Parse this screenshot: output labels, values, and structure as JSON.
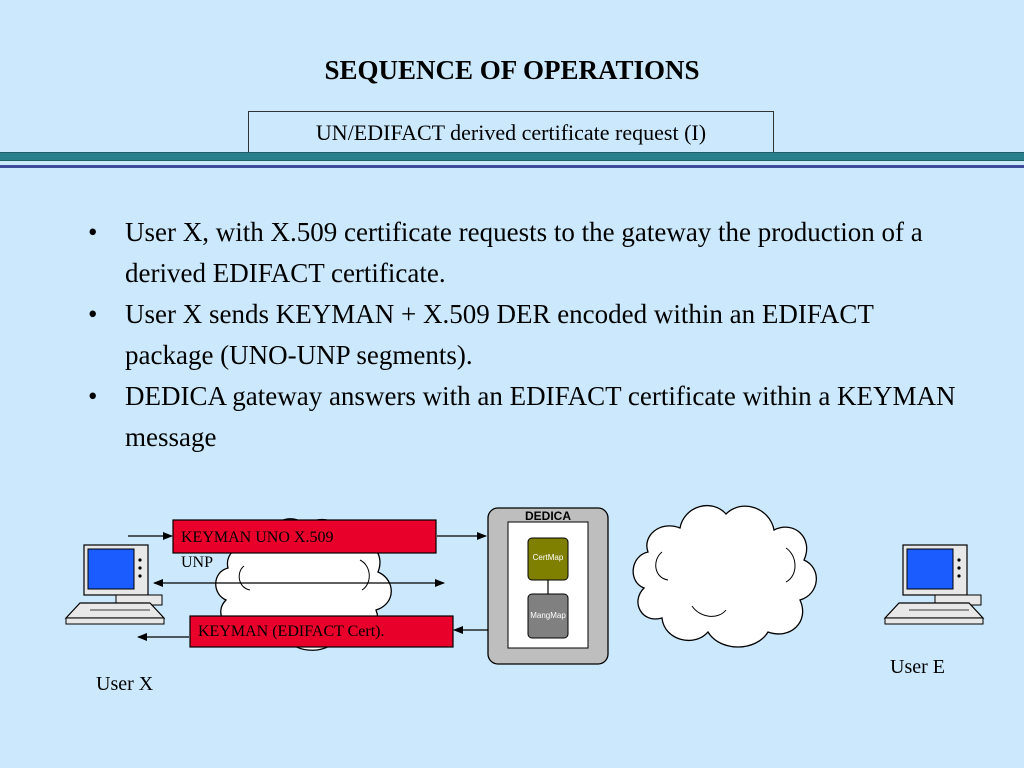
{
  "slide": {
    "title": "SEQUENCE OF OPERATIONS",
    "subtitle": "UN/EDIFACT derived certificate request (I)",
    "bullets": [
      "User X, with X.509 certificate requests to the gateway the production of a derived EDIFACT certificate.",
      "User X sends KEYMAN + X.509 DER encoded within an EDIFACT package (UNO-UNP segments).",
      "DEDICA gateway answers with an EDIFACT certificate within a KEYMAN message"
    ],
    "bullet_glyph": "•"
  },
  "diagram": {
    "user_x_label": "User X",
    "user_e_label": "User E",
    "gateway_label": "DEDICA",
    "certmap_label": "CertMap",
    "mangmap_label": "MangMap",
    "request_message_line1": "KEYMAN UNO X.509",
    "request_message_line2": "UNP",
    "response_message": "KEYMAN (EDIFACT Cert).",
    "icons": [
      "computer-icon-user-x",
      "computer-icon-user-e",
      "network-cloud-icon",
      "network-cloud-icon"
    ],
    "colors": {
      "background": "#cce8fc",
      "message_box": "#e8002a",
      "certmap": "#808000",
      "mangmap": "#808080",
      "gateway_frame": "#bebebe",
      "screen": "#1a5cff"
    }
  }
}
